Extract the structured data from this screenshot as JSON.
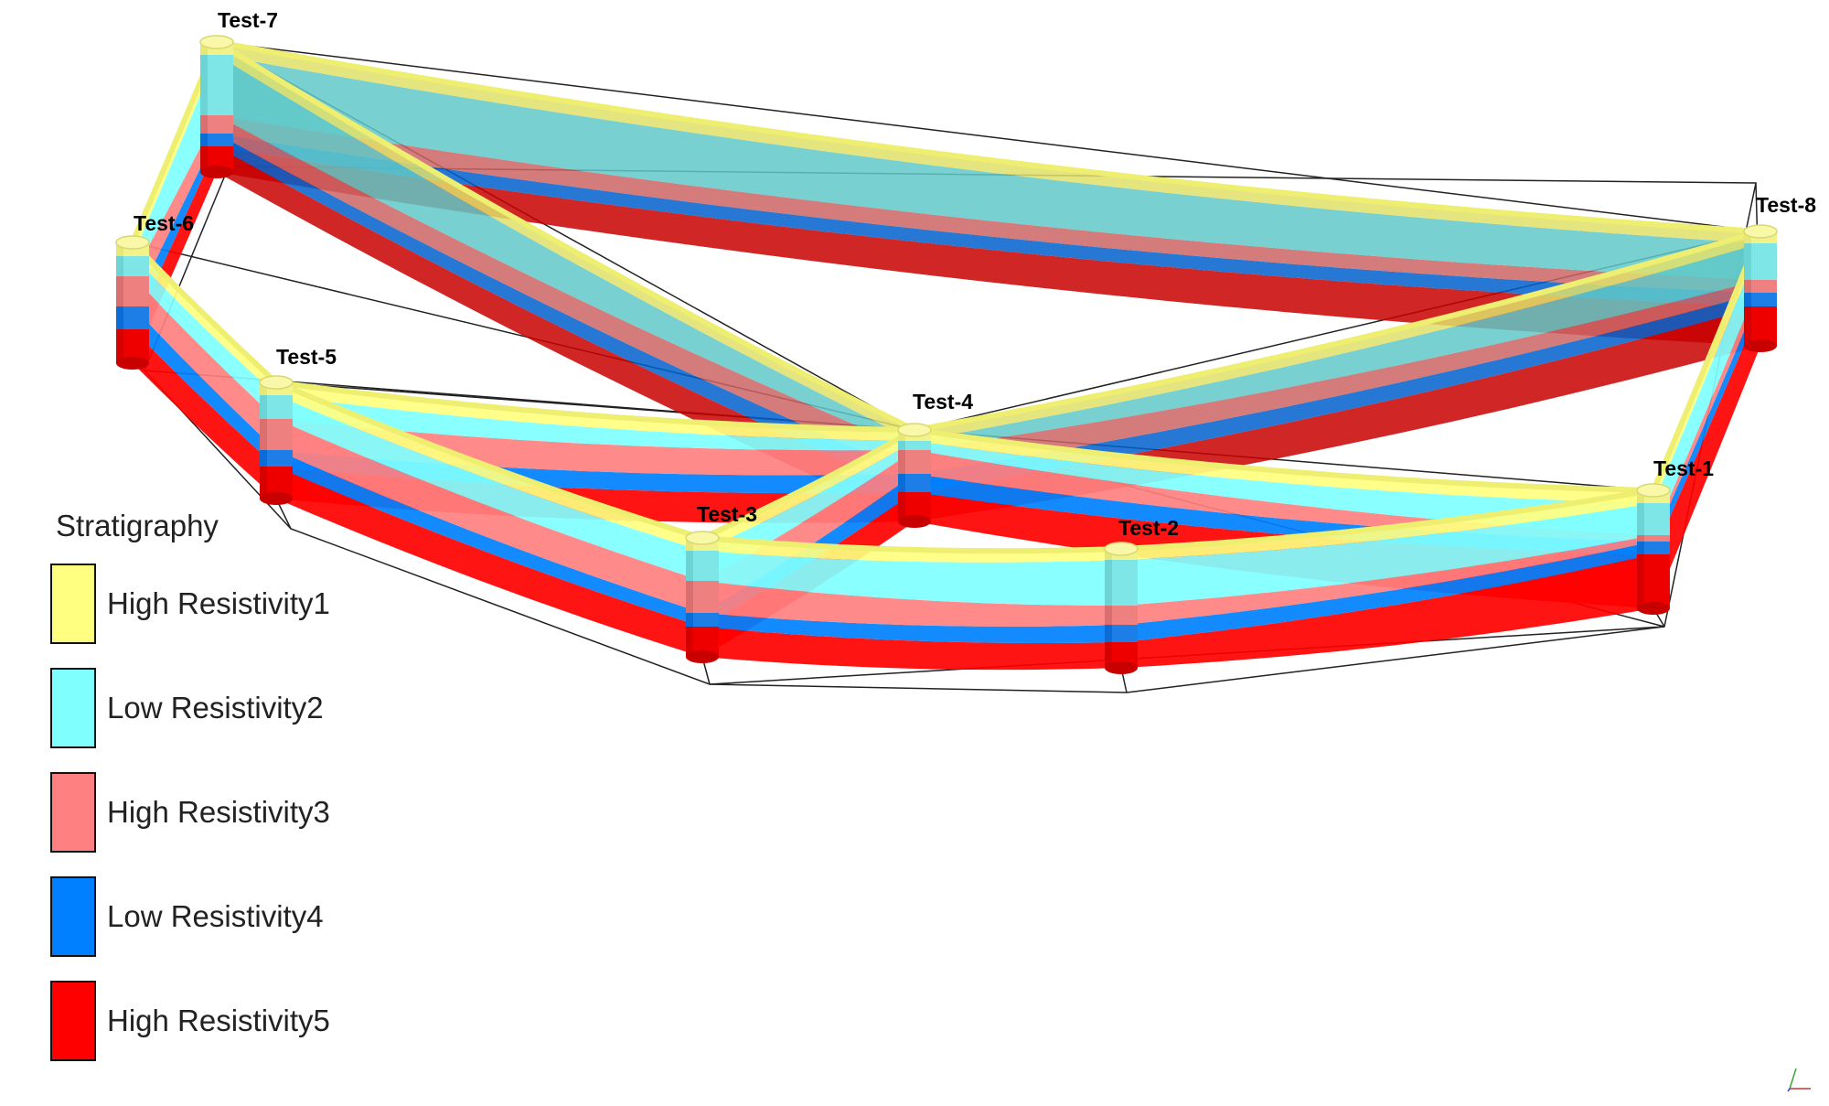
{
  "legend": {
    "title": "Stratigraphy",
    "items": [
      {
        "label": "High Resistivity1",
        "color": "#ffff80"
      },
      {
        "label": "Low Resistivity2",
        "color": "#80ffff"
      },
      {
        "label": "High Resistivity3",
        "color": "#ff8080"
      },
      {
        "label": "Low Resistivity4",
        "color": "#0080ff"
      },
      {
        "label": "High Resistivity5",
        "color": "#ff0000"
      }
    ]
  },
  "wells": [
    {
      "id": "w1",
      "label": "Test-1"
    },
    {
      "id": "w2",
      "label": "Test-2"
    },
    {
      "id": "w3",
      "label": "Test-3"
    },
    {
      "id": "w4",
      "label": "Test-4"
    },
    {
      "id": "w5",
      "label": "Test-5"
    },
    {
      "id": "w6",
      "label": "Test-6"
    },
    {
      "id": "w7",
      "label": "Test-7"
    },
    {
      "id": "w8",
      "label": "Test-8"
    }
  ],
  "sections": [
    {
      "from": "Test-7",
      "to": "Test-8"
    },
    {
      "from": "Test-7",
      "to": "Test-4"
    },
    {
      "from": "Test-7",
      "to": "Test-6"
    },
    {
      "from": "Test-6",
      "to": "Test-5"
    },
    {
      "from": "Test-5",
      "to": "Test-4"
    },
    {
      "from": "Test-5",
      "to": "Test-3"
    },
    {
      "from": "Test-4",
      "to": "Test-8"
    },
    {
      "from": "Test-4",
      "to": "Test-3"
    },
    {
      "from": "Test-4",
      "to": "Test-1"
    },
    {
      "from": "Test-3",
      "to": "Test-2"
    },
    {
      "from": "Test-2",
      "to": "Test-1"
    },
    {
      "from": "Test-8",
      "to": "Test-1"
    }
  ]
}
